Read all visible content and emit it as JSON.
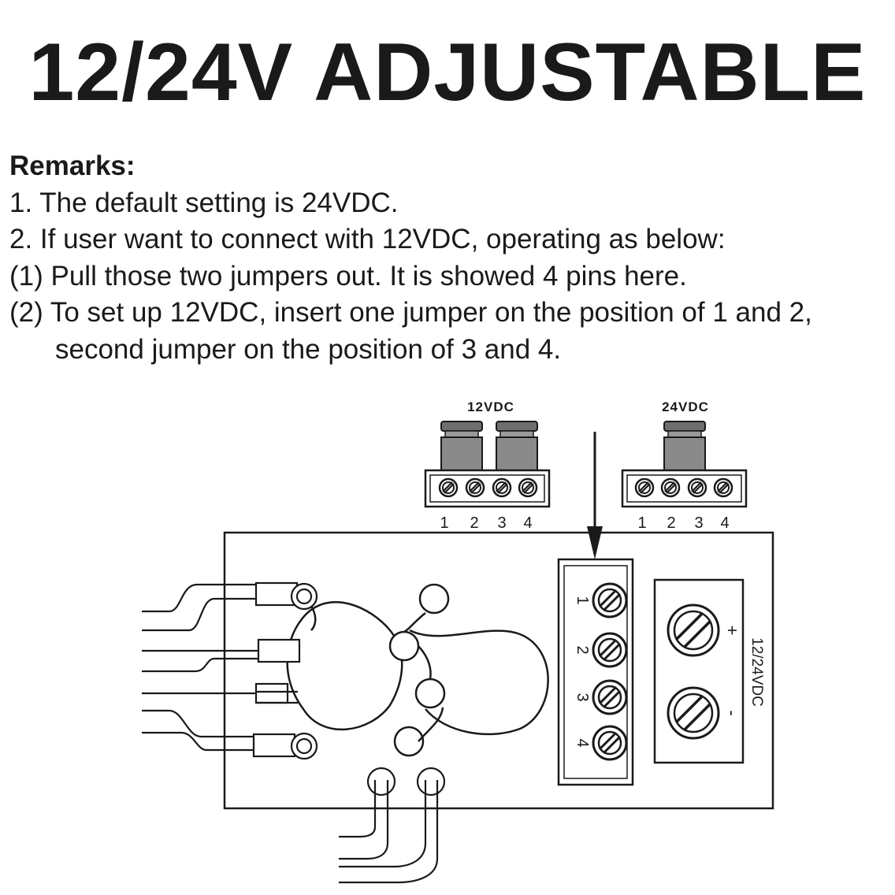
{
  "title": "12/24V ADJUSTABLE",
  "remarks": {
    "heading": "Remarks:",
    "line1": "1. The default setting is 24VDC.",
    "line2": "2. If user want to connect with 12VDC, operating as below:",
    "line3": "(1) Pull those two jumpers out. It is showed 4 pins here.",
    "line4": "(2) To set up 12VDC, insert one jumper on the position of 1 and 2,",
    "line5": "second jumper on the position of 3 and 4."
  },
  "diagram": {
    "label_12vdc": "12VDC",
    "label_24vdc": "24VDC",
    "pins_12": [
      "1",
      "2",
      "3",
      "4"
    ],
    "pins_24": [
      "1",
      "2",
      "3",
      "4"
    ],
    "board_pins": [
      "1",
      "2",
      "3",
      "4"
    ],
    "output_label": "12/24VDC",
    "plus": "+",
    "minus": "-"
  },
  "colors": {
    "ink": "#1a1a1a",
    "jumper_fill": "#8a8a8a",
    "jumper_cap": "#6e6e6e"
  }
}
